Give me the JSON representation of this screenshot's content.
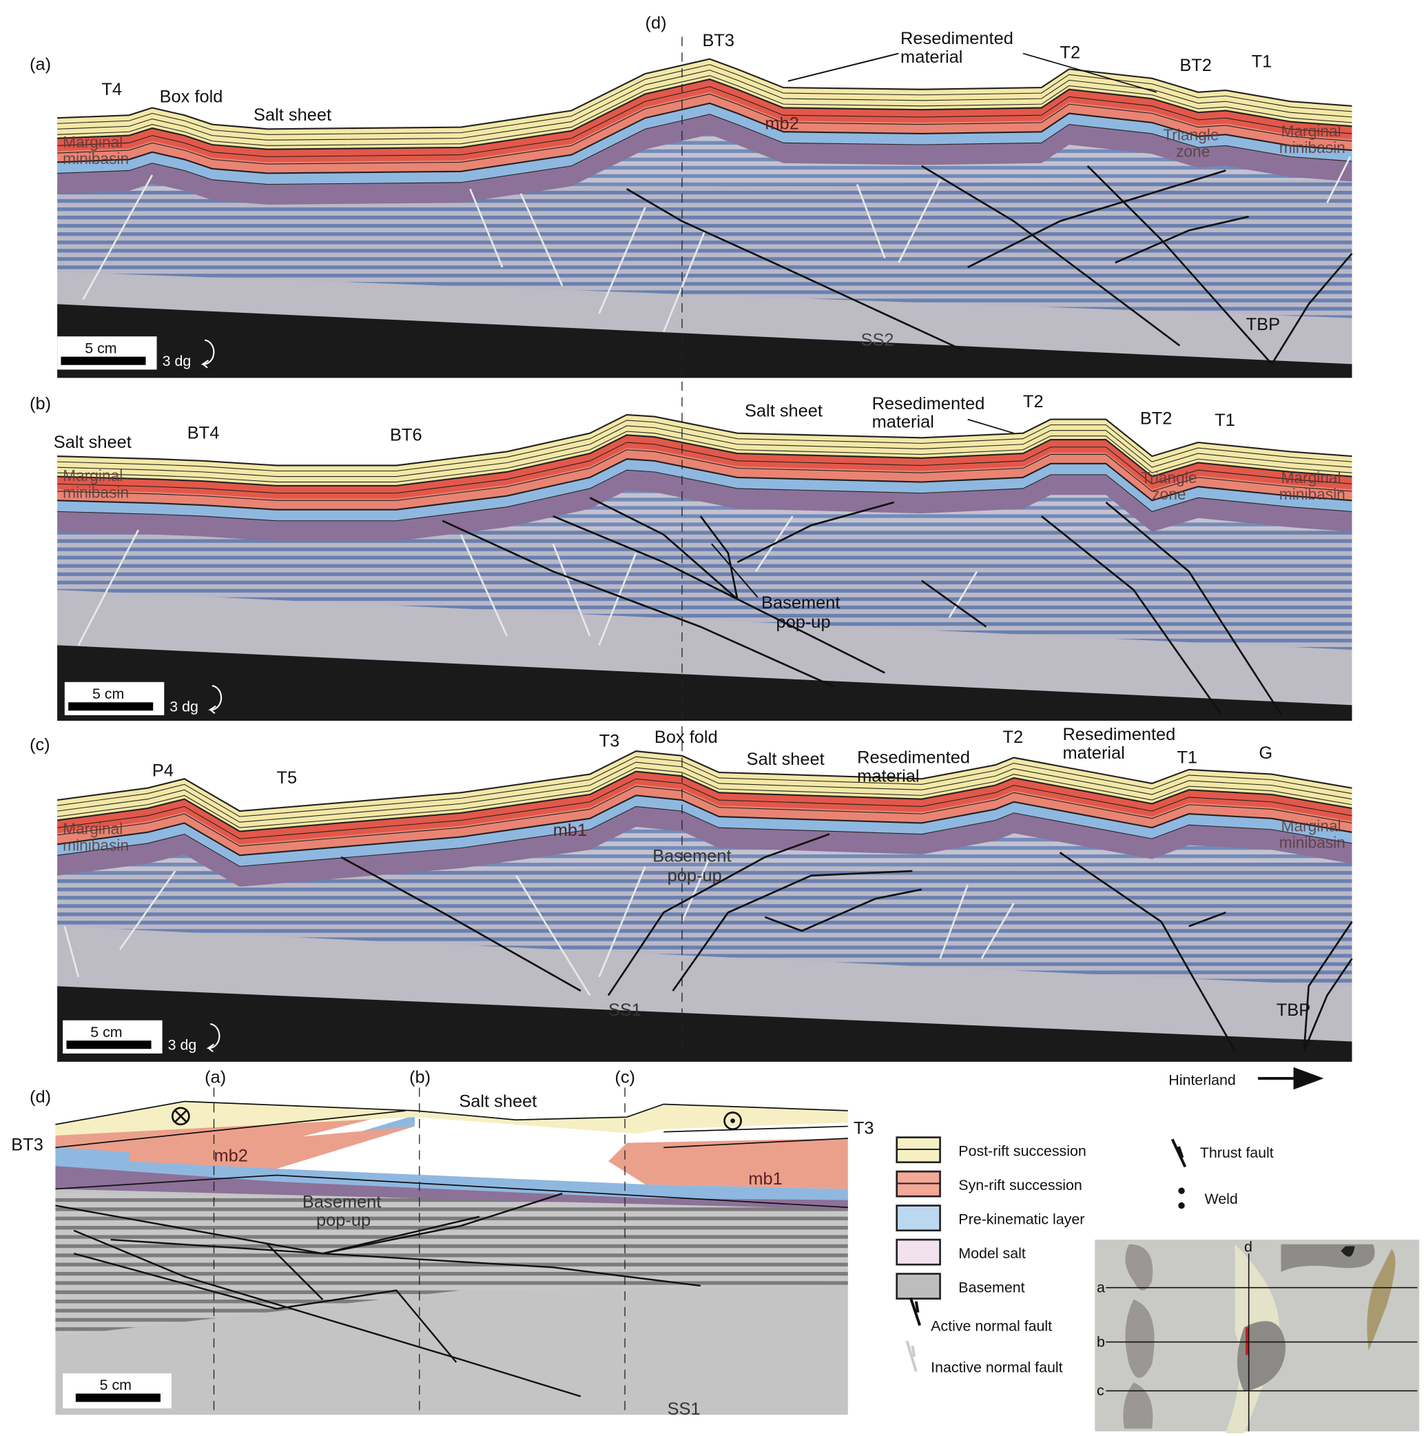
{
  "colors": {
    "post_rift": "#f3e8a6",
    "syn_rift": "#e2584a",
    "syn_rift_light": "#eea190",
    "pre_kinematic": "#8fb8e0",
    "salt": "#8c7198",
    "basement": "#bdbbc4",
    "stripe": "#5a77ad",
    "base": "#1a1a1a"
  },
  "panel_a": {
    "tag": "(a)",
    "t4": "T4",
    "box_fold": "Box fold",
    "salt_sheet": "Salt sheet",
    "marginal_left": [
      "Marginal",
      "minibasin"
    ],
    "d_mark": "(d)",
    "bt3": "BT3",
    "resed": [
      "Resedimented",
      "material"
    ],
    "mb2": "mb2",
    "t2": "T2",
    "bt2": "BT2",
    "t1": "T1",
    "triangle": [
      "Triangle",
      "zone"
    ],
    "marginal_right": [
      "Marginal",
      "minibasin"
    ],
    "ss2": "SS2",
    "tbp": "TBP",
    "scale": "5 cm",
    "rot": "3 dg"
  },
  "panel_b": {
    "tag": "(b)",
    "salt_sheet_left": "Salt sheet",
    "bt4": "BT4",
    "bt6": "BT6",
    "marginal_left": [
      "Marginal",
      "minibasin"
    ],
    "salt_sheet": "Salt sheet",
    "resed": [
      "Resedimented",
      "material"
    ],
    "t2": "T2",
    "bt2": "BT2",
    "t1": "T1",
    "triangle": [
      "Triangle",
      "zone"
    ],
    "marginal_right": [
      "Marginal",
      "minibasin"
    ],
    "popup": [
      "Basement",
      "pop-up"
    ],
    "scale": "5 cm",
    "rot": "3 dg"
  },
  "panel_c": {
    "tag": "(c)",
    "p4": "P4",
    "t5": "T5",
    "marginal_left": [
      "Marginal",
      "minibasin"
    ],
    "t3": "T3",
    "box_fold": "Box fold",
    "salt_sheet": "Salt sheet",
    "resed1": [
      "Resedimented",
      "material"
    ],
    "t2": "T2",
    "resed2": [
      "Resedimented",
      "material"
    ],
    "t1": "T1",
    "g": "G",
    "mb1": "mb1",
    "popup": [
      "Basement",
      "pop-up"
    ],
    "marginal_right": [
      "Marginal",
      "minibasin"
    ],
    "ss1": "SS1",
    "tbp": "TBP",
    "scale": "5 cm",
    "rot": "3 dg"
  },
  "panel_d": {
    "tag": "(d)",
    "a": "(a)",
    "b": "(b)",
    "c": "(c)",
    "salt_sheet": "Salt sheet",
    "bt3": "BT3",
    "t3": "T3",
    "mb2": "mb2",
    "mb1": "mb1",
    "popup": [
      "Basement",
      "pop-up"
    ],
    "ss1": "SS1",
    "scale": "5 cm"
  },
  "hinterland": "Hinterland",
  "legend": {
    "items": [
      {
        "label": "Post-rift succession",
        "color": "#f7f0c4"
      },
      {
        "label": "Syn-rift succession",
        "color": "#f2a896"
      },
      {
        "label": "Pre-kinematic layer",
        "color": "#bcd7f0"
      },
      {
        "label": "Model salt",
        "color": "#f2e2f0"
      },
      {
        "label": "Basement",
        "color": "#bdbdbd"
      }
    ],
    "active_fault": "Active normal fault",
    "inactive_fault": "Inactive normal fault",
    "thrust": "Thrust fault",
    "weld": "Weld"
  },
  "photo": {
    "a": "a",
    "b": "b",
    "c": "c",
    "d": "d"
  }
}
